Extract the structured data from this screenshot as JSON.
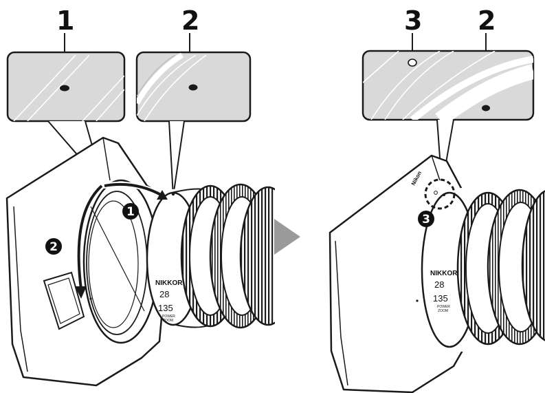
{
  "callouts": {
    "left": [
      "1",
      "2"
    ],
    "right": [
      "3",
      "2"
    ]
  },
  "steps": [
    "1",
    "2",
    "3"
  ],
  "lens_markings": {
    "brand": "NIKKOR",
    "focal_short": "28",
    "focal_long": "135",
    "power": "POWER",
    "zoom": "ZOOM"
  },
  "hood_brand": "Nikon",
  "colors": {
    "line": "#1a1a1a",
    "inset_fill": "#d9d9d9",
    "hood_fill": "#ffffff",
    "arrow": "#9a9a9a",
    "step_badge": "#111111"
  },
  "icons": [
    "rotate-arrow-icon",
    "next-step-arrow-icon",
    "alignment-dot-icon",
    "dashed-circle-icon"
  ]
}
